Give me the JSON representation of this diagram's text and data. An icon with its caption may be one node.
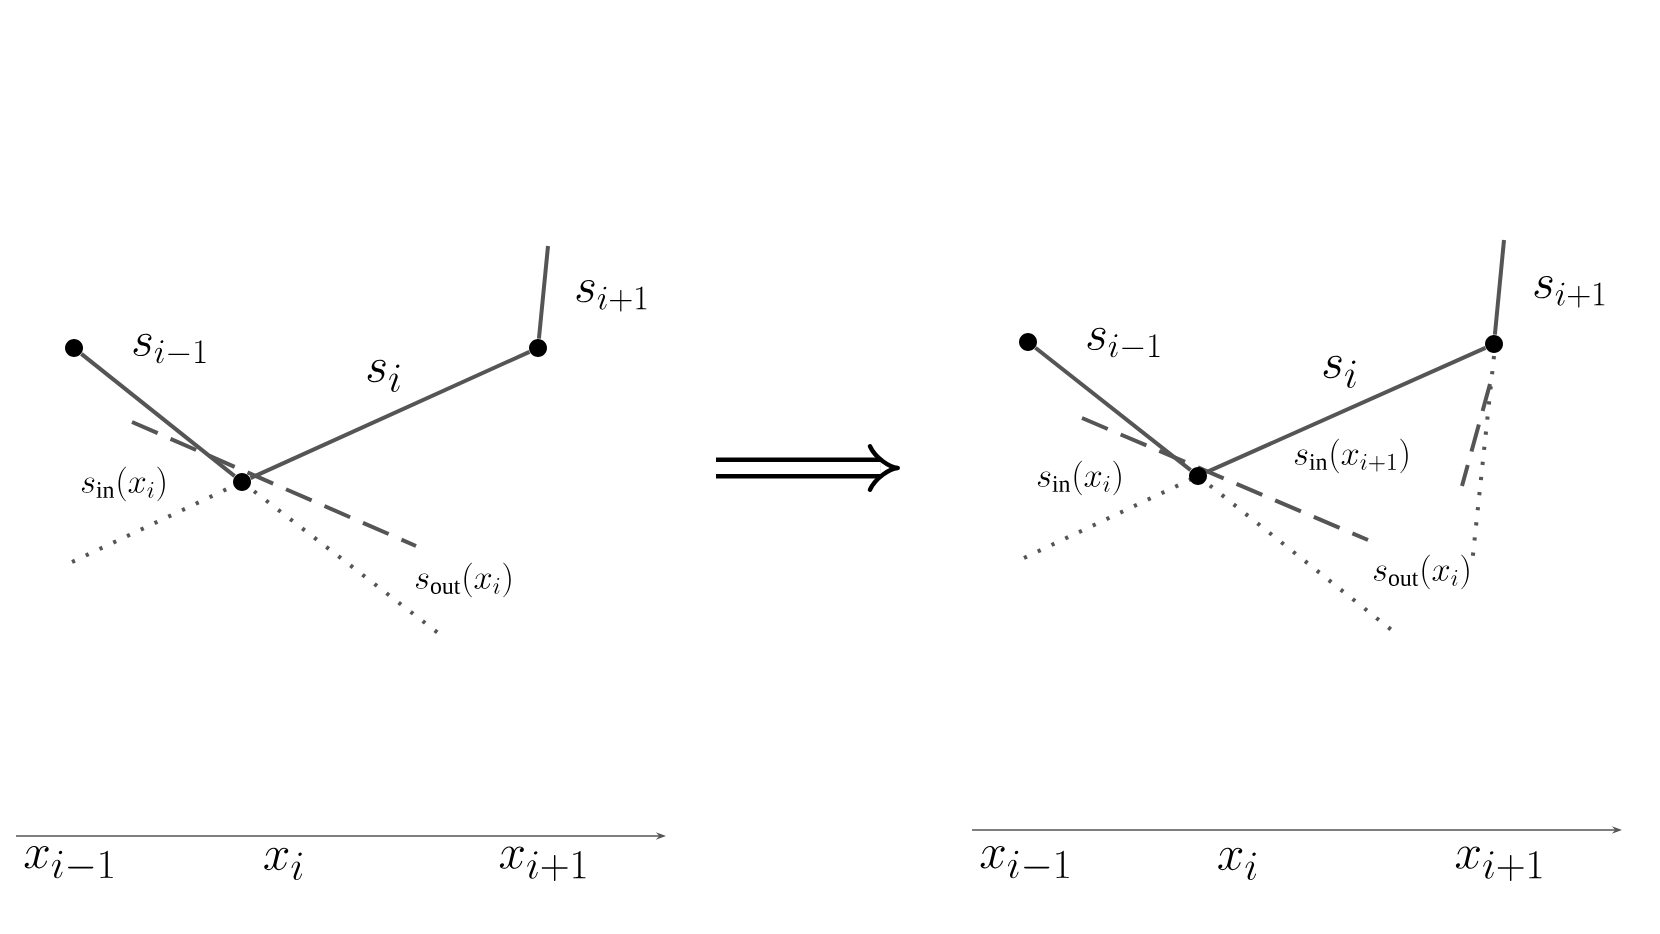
{
  "diagram": {
    "nodes": [
      {
        "text": [],
        "shape": "circle"
      },
      {
        "text": [],
        "shape": "circle"
      },
      {
        "text": [],
        "shape": "circle"
      },
      {
        "text": [],
        "shape": "circle"
      },
      {
        "text": [],
        "shape": "circle"
      },
      {
        "text": [],
        "shape": "circle"
      }
    ],
    "edges": [
      {
        "from": 0,
        "to": 1,
        "arrow": "none",
        "label": "s_{i-1}"
      },
      {
        "from": 1,
        "to": 2,
        "arrow": "none",
        "label": "s_i"
      },
      {
        "from": 2,
        "to": null,
        "arrow": "none",
        "label": "s_{i+1}"
      },
      {
        "from": 3,
        "to": 4,
        "arrow": "none",
        "label": "s_{i-1}"
      },
      {
        "from": 4,
        "to": 5,
        "arrow": "none",
        "label": "s_i"
      },
      {
        "from": 5,
        "to": null,
        "arrow": "none",
        "label": "s_{i+1}"
      }
    ],
    "labels": [
      "s_{\\mathrm{in}}(x_i)",
      "s_{\\mathrm{out}}(x_i)",
      "x_{i-1}",
      "x_i",
      "x_{i+1}",
      "s_{\\mathrm{in}}(x_i)",
      "s_{\\mathrm{in}}(x_{i+1})",
      "s_{\\mathrm{out}}(x_i)",
      "x_{i-1}",
      "x_i",
      "x_{i+1}"
    ]
  }
}
